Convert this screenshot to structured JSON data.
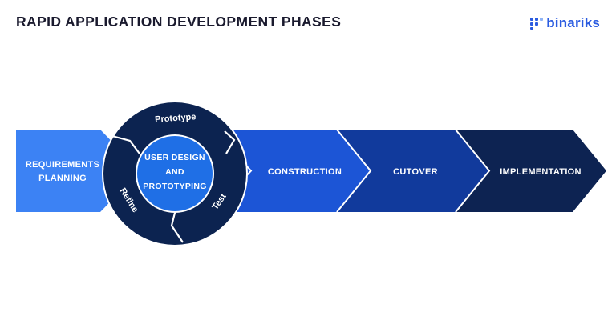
{
  "title": "RAPID APPLICATION DEVELOPMENT PHASES",
  "logo": {
    "text": "binariks",
    "icon": "binariks-dots-icon",
    "color": "#2a5be0"
  },
  "phases": [
    {
      "line1": "REQUIREMENTS",
      "line2": "PLANNING",
      "color": "#3c82f4"
    },
    {
      "line1": "CONSTRUCTION",
      "color": "#1c55d6"
    },
    {
      "line1": "CUTOVER",
      "color": "#113a9c"
    },
    {
      "line1": "IMPLEMENTATION",
      "color": "#0d2352"
    }
  ],
  "cycle": {
    "center_line1": "USER DESIGN",
    "center_line2": "AND",
    "center_line3": "PROTOTYPING",
    "ring_labels": [
      "Prototype",
      "Test",
      "Refine"
    ],
    "ring_color": "#0c2350",
    "center_color": "#1f6fe6"
  }
}
